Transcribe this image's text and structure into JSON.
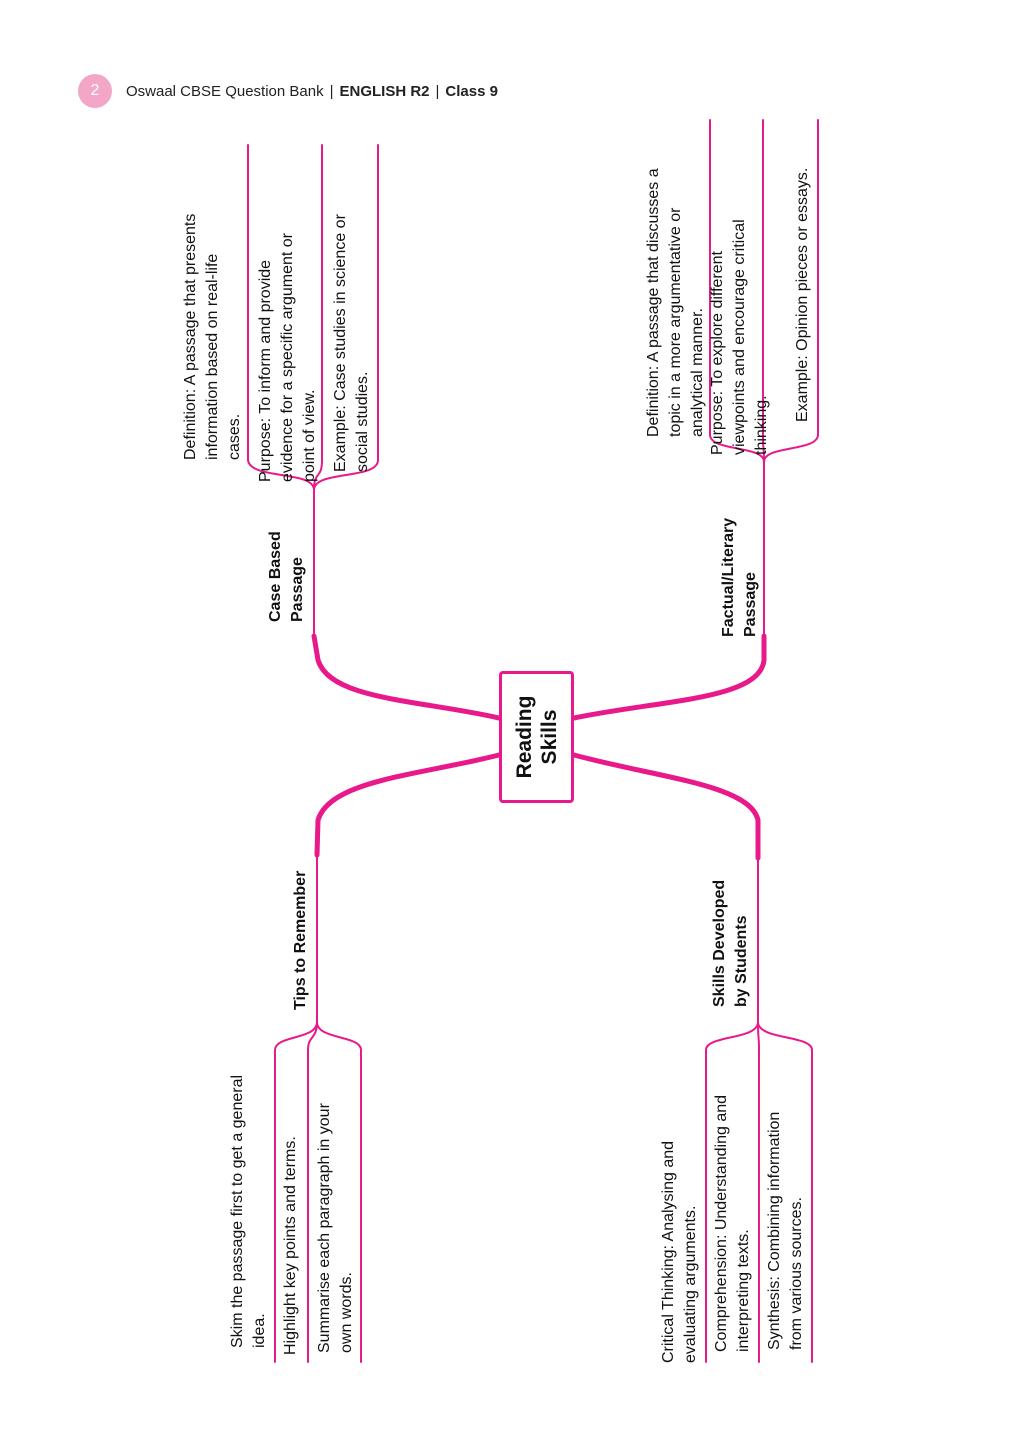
{
  "header": {
    "page_number": "2",
    "publisher": "Oswaal CBSE Question Bank",
    "subject": "ENGLISH R2",
    "class_label": "Class 9"
  },
  "mindmap": {
    "center": {
      "line1": "Reading",
      "line2": "Skills"
    },
    "accent_color": "#e8198b",
    "case_based": {
      "title_line1": "Case Based",
      "title_line2": "Passage",
      "definition": [
        "Definition: A passage that presents",
        "information based on real-life",
        "cases."
      ],
      "purpose": [
        "Purpose: To inform and provide",
        "evidence for a specific argument or",
        "point of view."
      ],
      "example": [
        "Example: Case studies in science or",
        "social studies."
      ]
    },
    "factual": {
      "title_line1": "Factual/Literary",
      "title_line2": "Passage",
      "definition": [
        "Definition: A passage that discusses a",
        "topic in a more argumentative or",
        "analytical manner."
      ],
      "purpose": [
        "Purpose: To explore different",
        "viewpoints and encourage critical",
        "thinking."
      ],
      "example": [
        "Example: Opinion pieces or essays."
      ]
    },
    "tips": {
      "title": "Tips to Remember",
      "skim": [
        "Skim the passage first to get a general",
        "idea."
      ],
      "highlight": [
        "Highlight key points and terms."
      ],
      "summarise": [
        "Summarise each paragraph in your",
        "own words."
      ]
    },
    "skills": {
      "title_line1": "Skills Developed",
      "title_line2": "by Students",
      "critical": [
        "Critical Thinking: Analysing and",
        "evaluating arguments."
      ],
      "comprehension": [
        "Comprehension: Understanding and",
        "interpreting texts."
      ],
      "synthesis": [
        "Synthesis: Combining information",
        "from various sources."
      ]
    }
  }
}
